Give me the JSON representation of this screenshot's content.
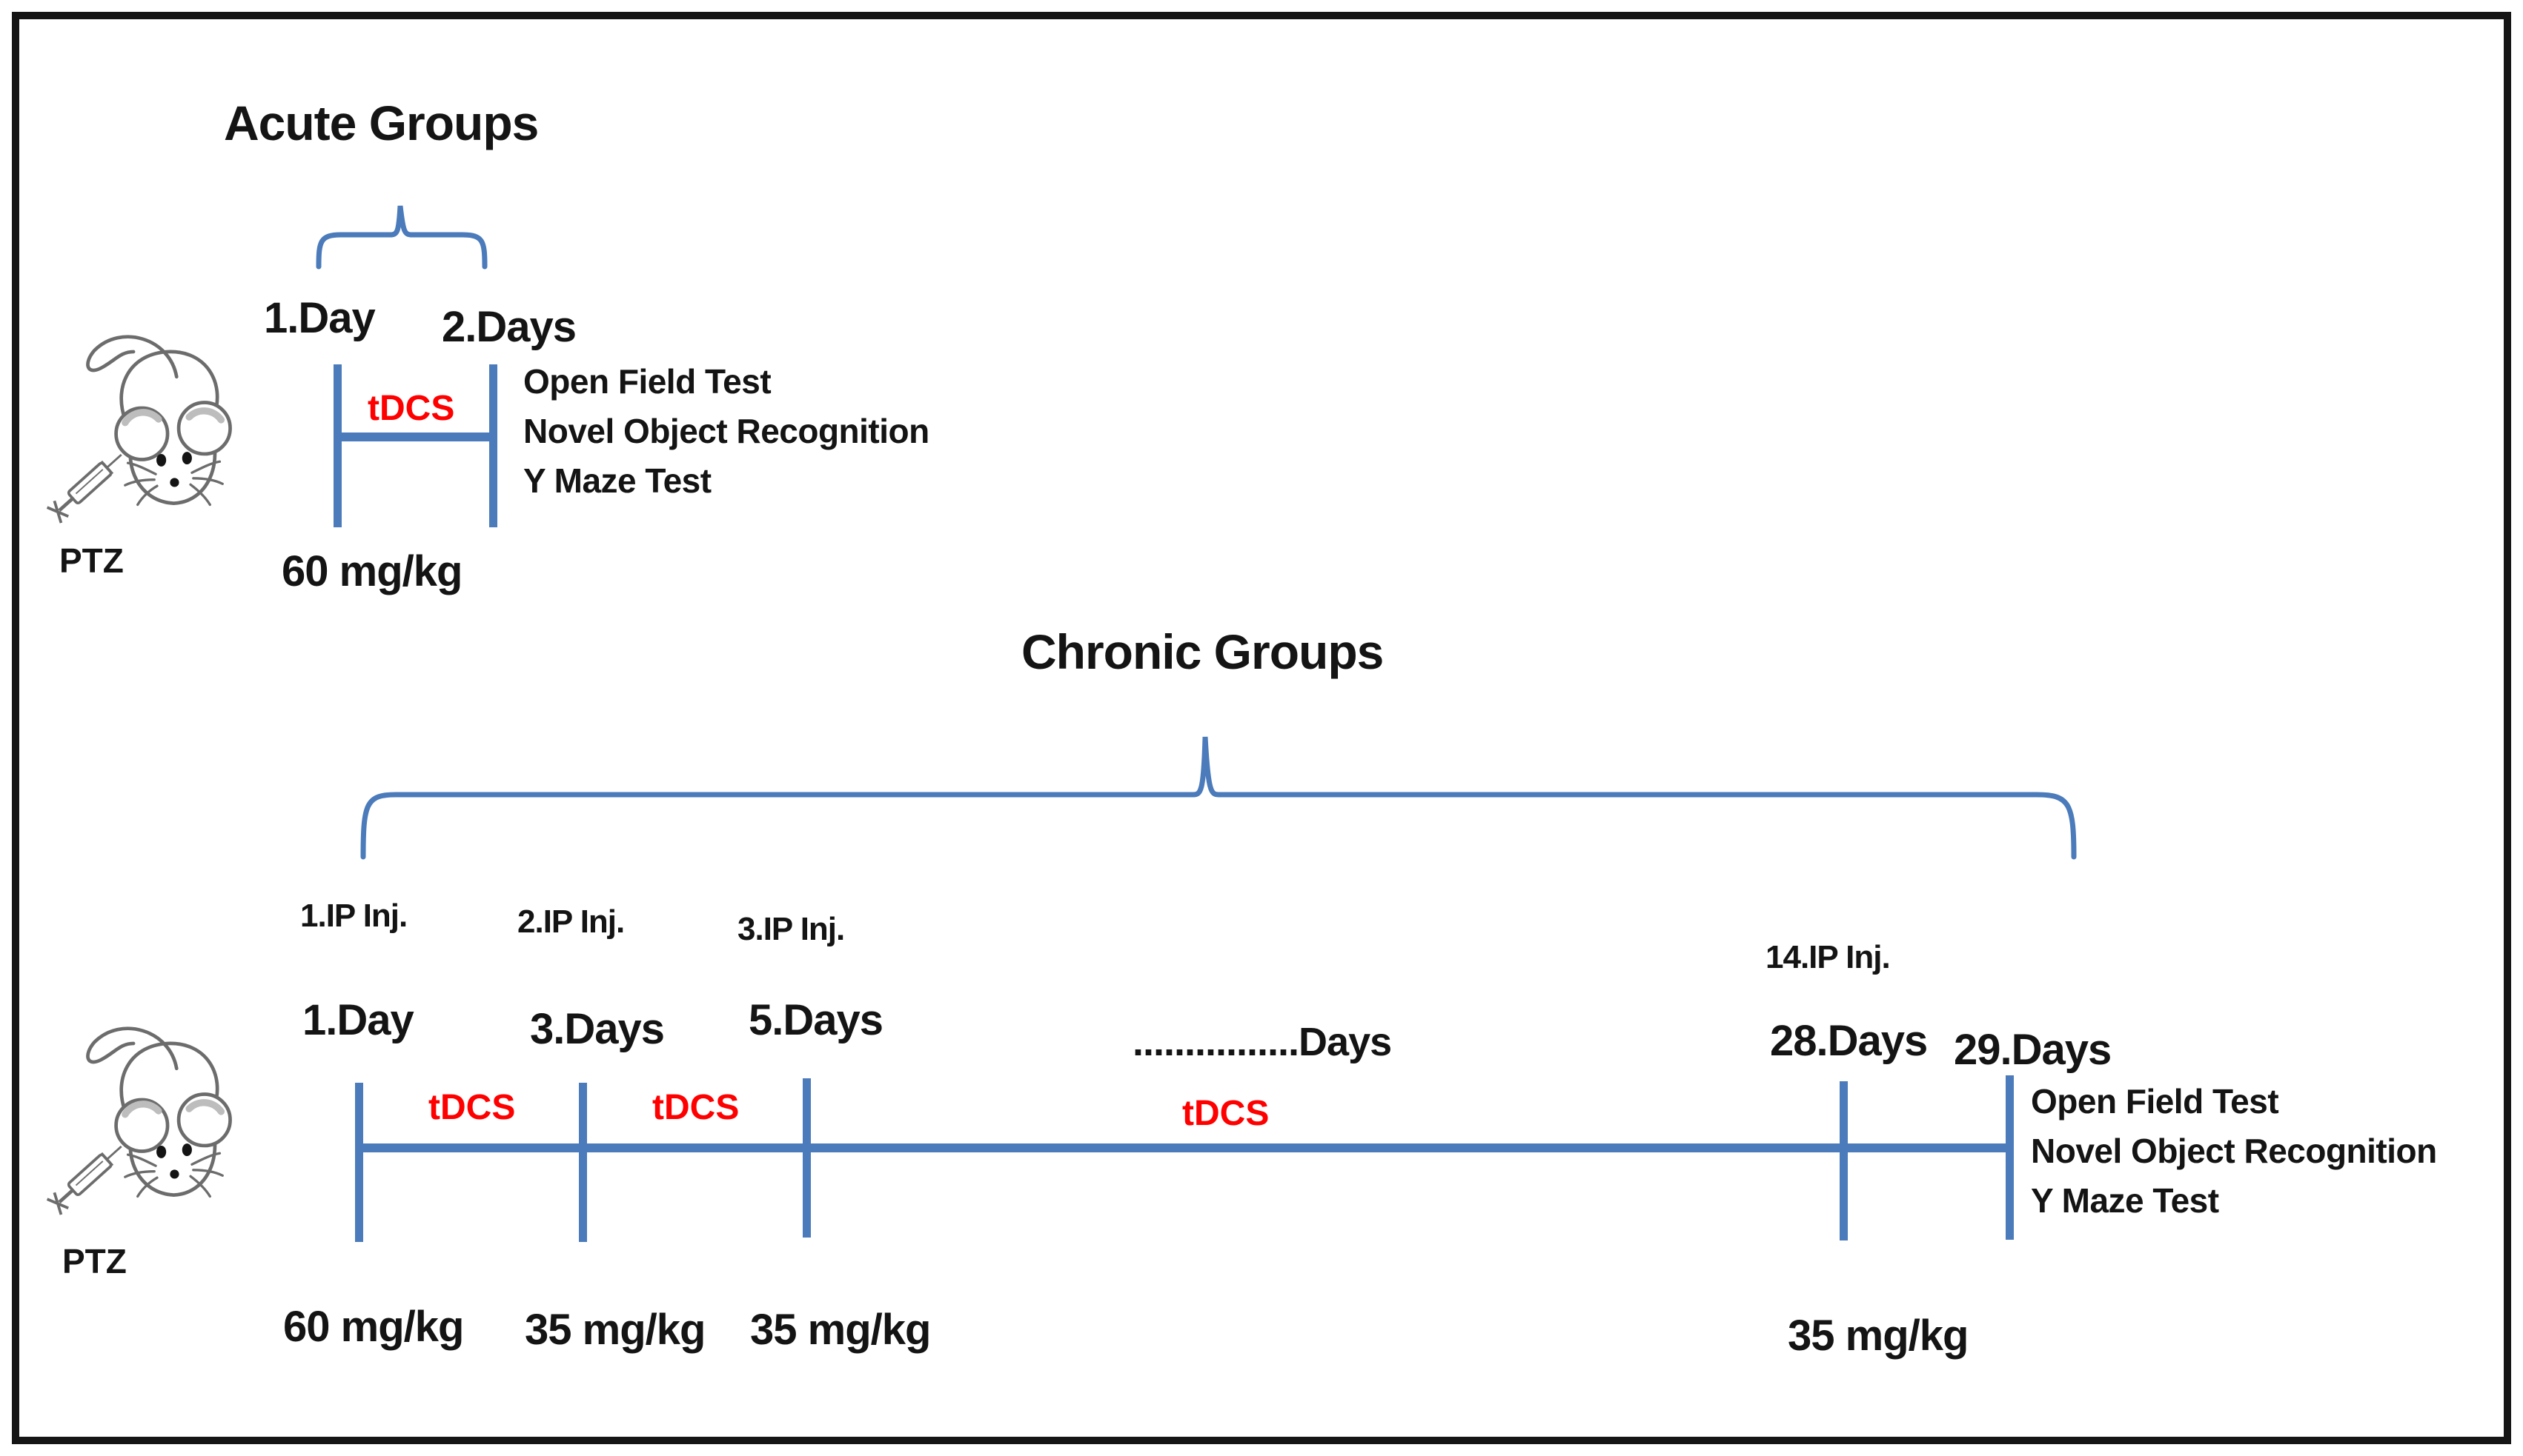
{
  "colors": {
    "blue": "#4b7bba",
    "red": "#ff0000",
    "ink": "#141414"
  },
  "acute": {
    "title": "Acute Groups",
    "days": [
      "1.Day",
      "2.Days"
    ],
    "tdcs_label": "tDCS",
    "tests": [
      "Open Field Test",
      "Novel Object Recognition",
      "Y Maze Test"
    ],
    "dose": "60 mg/kg",
    "ptz_label": "PTZ"
  },
  "chronic": {
    "title": "Chronic Groups",
    "ip_injections": [
      "1.IP Inj.",
      "2.IP Inj.",
      "3.IP Inj.",
      "14.IP Inj."
    ],
    "days": [
      "1.Day",
      "3.Days",
      "5.Days",
      "................Days",
      "28.Days",
      "29.Days"
    ],
    "tdcs_labels": [
      "tDCS",
      "tDCS",
      "tDCS"
    ],
    "tests": [
      "Open Field Test",
      "Novel Object Recognition",
      "Y Maze Test"
    ],
    "doses": [
      "60 mg/kg",
      "35 mg/kg",
      "35 mg/kg",
      "35 mg/kg"
    ],
    "ptz_label": "PTZ"
  }
}
